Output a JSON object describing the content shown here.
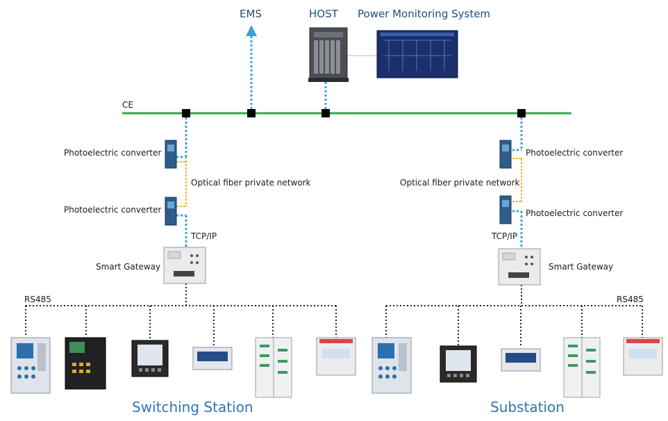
{
  "labels": {
    "ems": "EMS",
    "host": "HOST",
    "power_monitoring_system": "Power Monitoring System",
    "ce": "CE",
    "left_photoelectric_converter_top": "Photoelectric converter",
    "left_photoelectric_converter_bottom": "Photoelectric converter",
    "left_optical_fiber": "Optical fiber private network",
    "left_tcpip": "TCP/IP",
    "left_smart_gateway": "Smart Gateway",
    "left_rs485": "RS485",
    "right_photoelectric_converter_top": "Photoelectric converter",
    "right_photoelectric_converter_bottom": "Photoelectric converter",
    "right_optical_fiber": "Optical fiber private network",
    "right_tcpip": "TCP/IP",
    "right_smart_gateway": "Smart Gateway",
    "right_rs485": "RS485",
    "switching_station": "Switching Station",
    "substation": "Substation"
  },
  "colors": {
    "network_bus": "#2ea84a",
    "ethernet_link": "#3aa3d8",
    "fiber_link": "#f0b429",
    "rs485_link": "#222222",
    "ems_arrow": "#3aa3d8",
    "title_blue": "#2e75b6"
  },
  "icons": {
    "host": "server-tower-icon",
    "monitor": "monitoring-screen-icon",
    "converter": "photoelectric-converter-icon",
    "gateway": "smart-gateway-icon",
    "left_devices": [
      "protection-relay-icon",
      "protection-relay-dark-icon",
      "power-meter-icon",
      "display-controller-icon",
      "cabinet-icon",
      "din-rail-meter-icon"
    ],
    "right_devices": [
      "protection-relay-icon",
      "power-meter-icon",
      "display-controller-icon",
      "cabinet-icon",
      "din-rail-meter-icon"
    ]
  }
}
